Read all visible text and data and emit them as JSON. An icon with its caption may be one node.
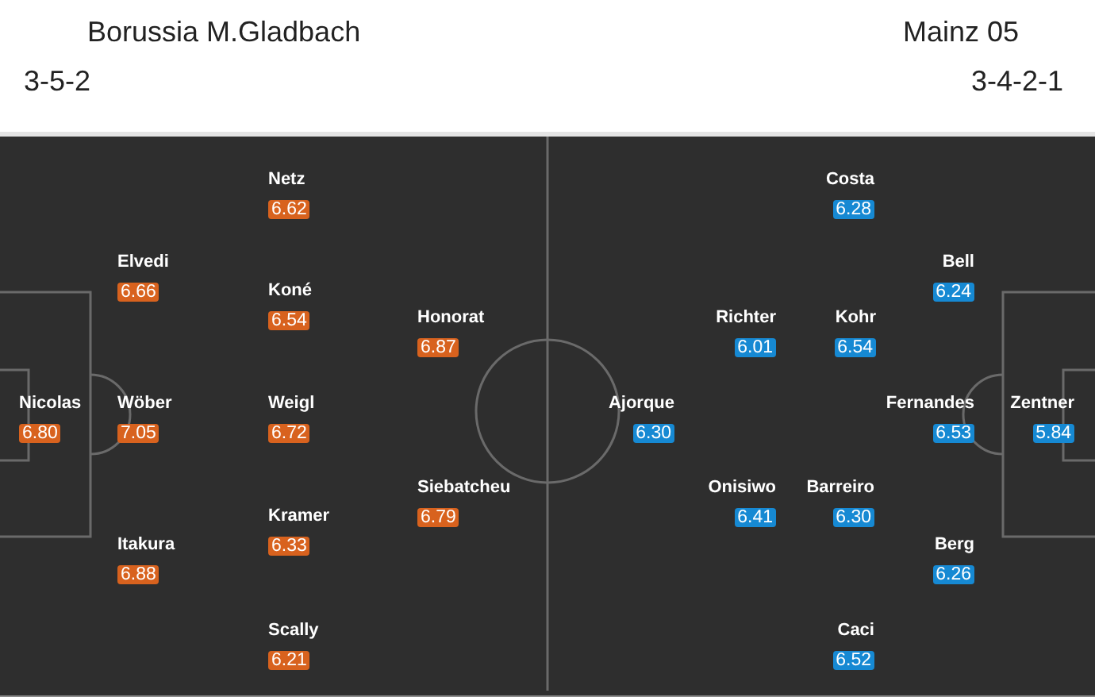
{
  "diagram": {
    "nodes": [
      {
        "text": [
          "6.80"
        ],
        "beside": [
          "Nicolas"
        ]
      },
      {
        "text": [
          "6.66"
        ],
        "beside": [
          "Elvedi"
        ]
      },
      {
        "text": [
          "7.05"
        ],
        "beside": [
          "Wöber"
        ]
      },
      {
        "text": [
          "6.88"
        ],
        "beside": [
          "Itakura"
        ]
      },
      {
        "text": [
          "6.62"
        ],
        "beside": [
          "Netz"
        ]
      },
      {
        "text": [
          "6.54"
        ],
        "beside": [
          "Koné"
        ]
      },
      {
        "text": [
          "6.72"
        ],
        "beside": [
          "Weigl"
        ]
      },
      {
        "text": [
          "6.33"
        ],
        "beside": [
          "Kramer"
        ]
      },
      {
        "text": [
          "6.21"
        ],
        "beside": [
          "Scally"
        ]
      },
      {
        "text": [
          "6.87"
        ],
        "beside": [
          "Honorat"
        ]
      },
      {
        "text": [
          "6.79"
        ],
        "beside": [
          "Siebatcheu"
        ]
      },
      {
        "text": [
          "6.30"
        ],
        "beside": [
          "Ajorque"
        ]
      },
      {
        "text": [
          "6.01"
        ],
        "beside": [
          "Richter"
        ]
      },
      {
        "text": [
          "6.41"
        ],
        "beside": [
          "Onisiwo"
        ]
      },
      {
        "text": [
          "6.28"
        ],
        "beside": [
          "Costa"
        ]
      },
      {
        "text": [
          "6.54"
        ],
        "beside": [
          "Kohr"
        ]
      },
      {
        "text": [
          "6.30"
        ],
        "beside": [
          "Barreiro"
        ]
      },
      {
        "text": [
          "6.52"
        ],
        "beside": [
          "Caci"
        ]
      },
      {
        "text": [
          "6.24"
        ],
        "beside": [
          "Bell"
        ]
      },
      {
        "text": [
          "6.53"
        ],
        "beside": [
          "Fernandes"
        ]
      },
      {
        "text": [
          "6.26"
        ],
        "beside": [
          "Berg"
        ]
      },
      {
        "text": [
          "5.84"
        ],
        "beside": [
          "Zentner"
        ]
      }
    ],
    "labels": [
      "Borussia M.Gladbach",
      "Mainz 05",
      "3-5-2",
      "3-4-2-1"
    ]
  }
}
